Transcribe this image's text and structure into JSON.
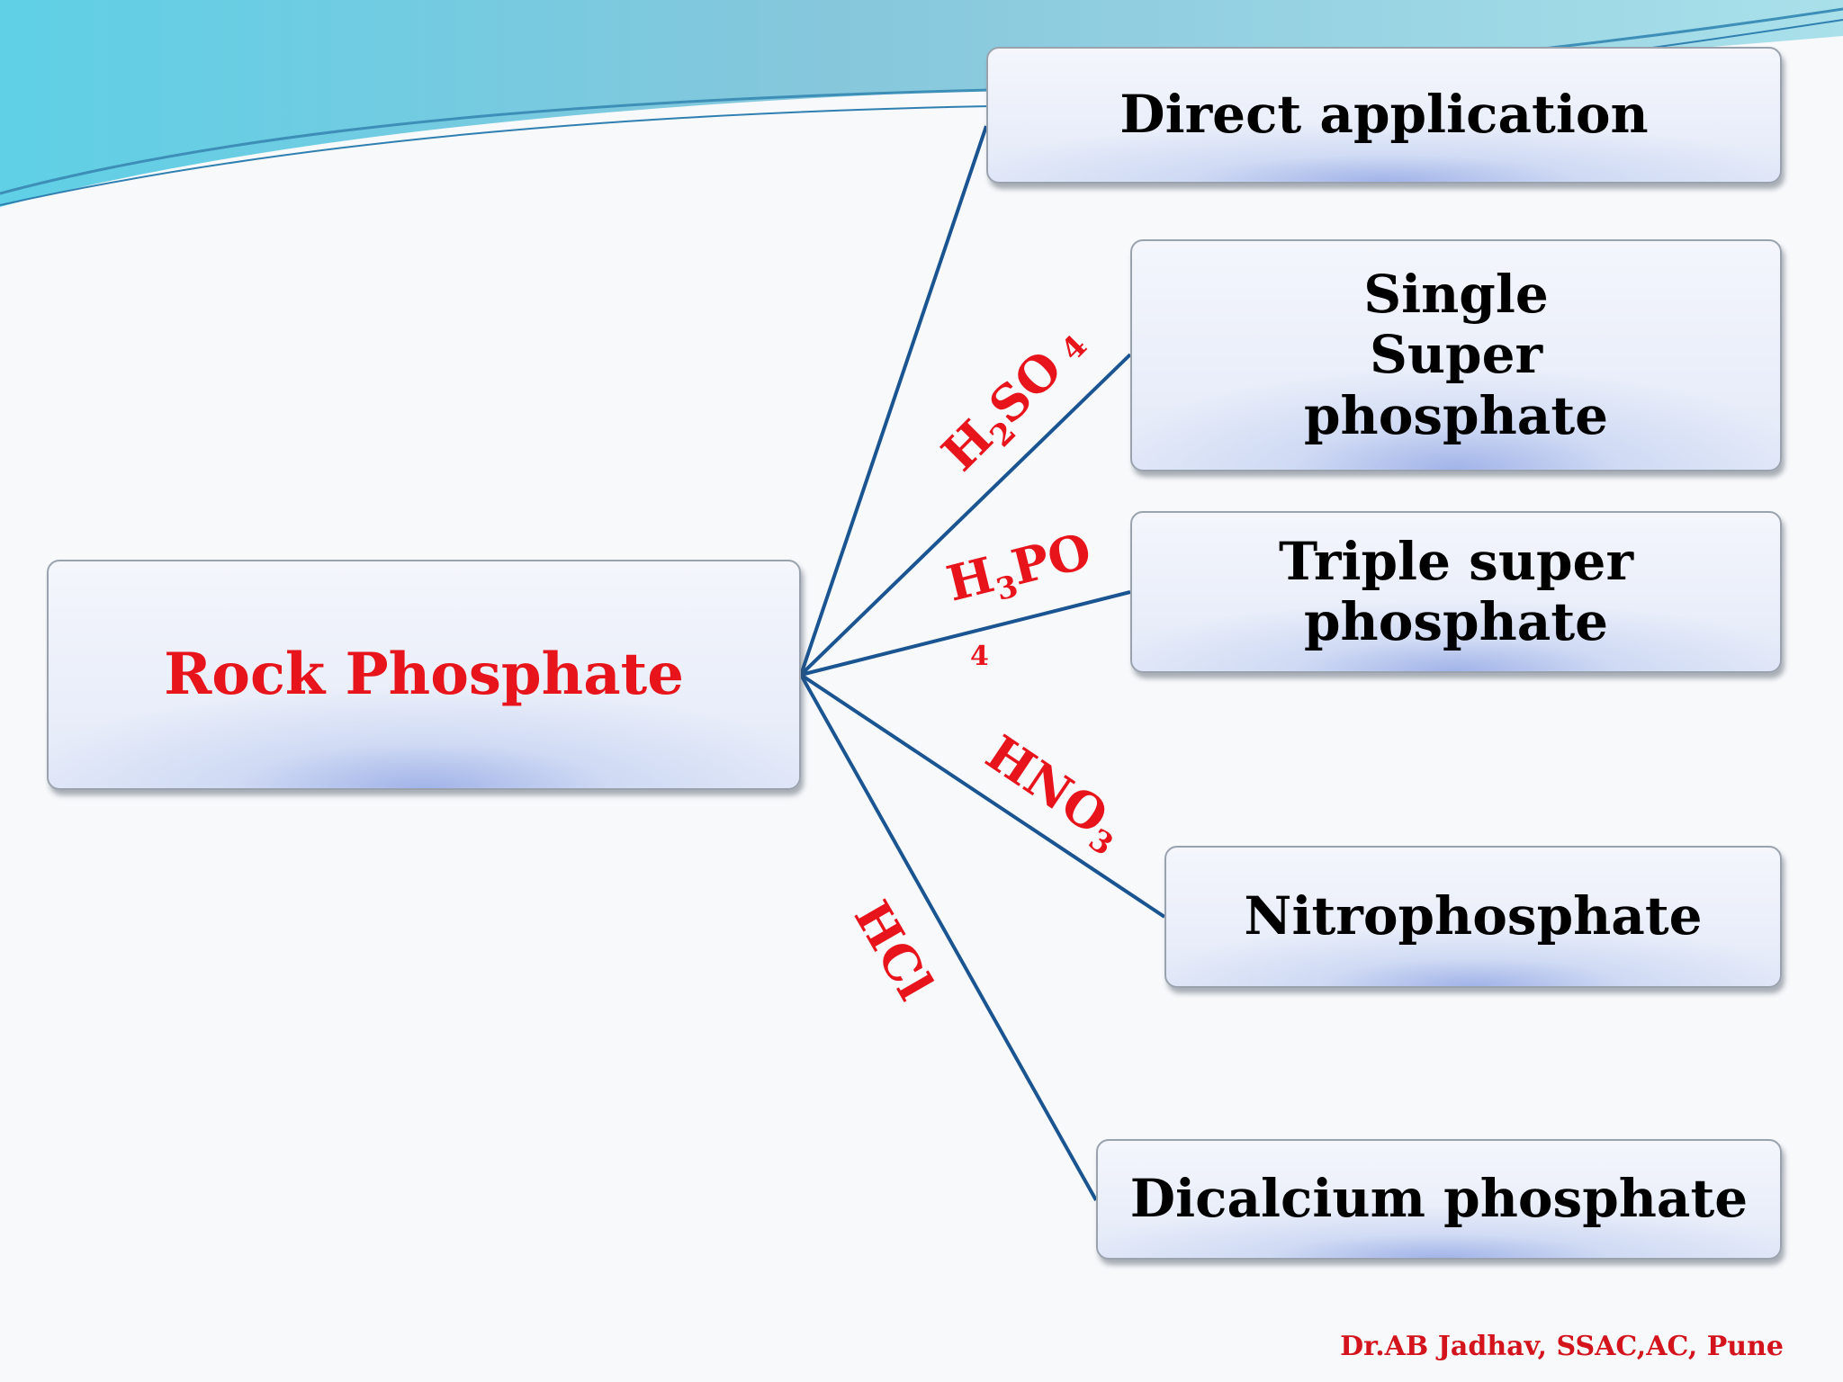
{
  "theme": {
    "line_color": "#1a5592",
    "acid_color": "#e8141c",
    "wave_color": "#66c9de"
  },
  "root": {
    "label": "Rock Phosphate"
  },
  "products": [
    {
      "label": "Direct application",
      "reagent": ""
    },
    {
      "label": "Single  Super phosphate",
      "reagent": "H2SO4"
    },
    {
      "label": "Triple super phosphate",
      "reagent": "H3PO4"
    },
    {
      "label": "Nitrophosphate",
      "reagent": "HNO3"
    },
    {
      "label": "Dicalcium phosphate",
      "reagent": "HCl"
    }
  ],
  "reagent_text": {
    "h2so4": {
      "a": "H",
      "sub1": "2",
      "b": "SO",
      "sub2": "4"
    },
    "h3po4": {
      "a": "H",
      "sub1": "3",
      "b": "PO",
      "trail": "4"
    },
    "hno3": {
      "a": "HNO",
      "sub1": "3"
    },
    "hcl": {
      "a": "HCl"
    }
  },
  "credit": "Dr.AB Jadhav, SSAC,AC, Pune"
}
